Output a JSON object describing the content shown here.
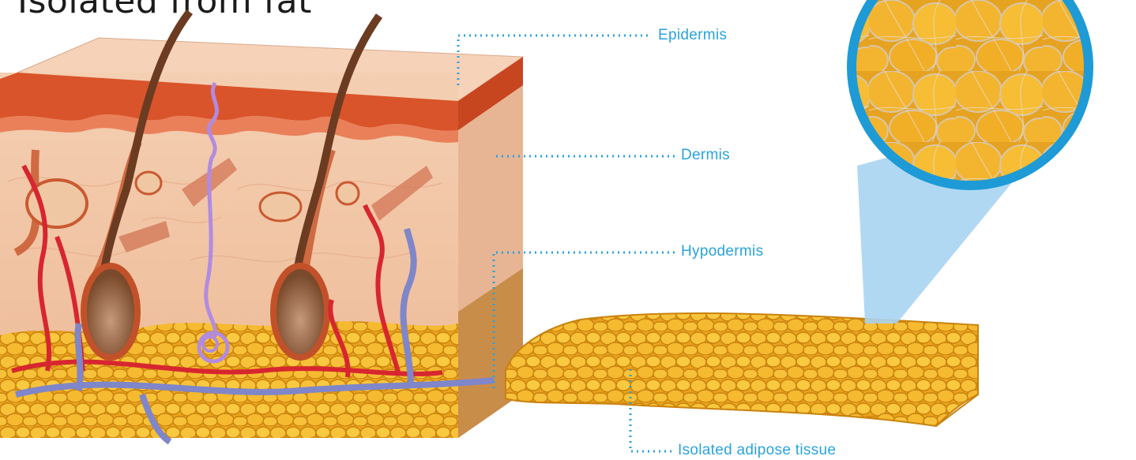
{
  "figure": {
    "title_partial": "Isolated from fat",
    "labels": {
      "epidermis": "Epidermis",
      "dermis": "Dermis",
      "hypodermis": "Hypodermis",
      "adipose": "Isolated adipose tissue"
    },
    "colors": {
      "leader": "#29a3dd",
      "epidermis": "#d9542a",
      "dermis": "#f2c9ad",
      "fat": "#f4b62a",
      "artery": "#d7262f",
      "vein": "#7f86c9",
      "nerve": "#b28be0",
      "hair": "#6b3c22",
      "magnifier_ring": "#1e9ad6",
      "magnifier_cone": "#a8d4f2"
    }
  }
}
